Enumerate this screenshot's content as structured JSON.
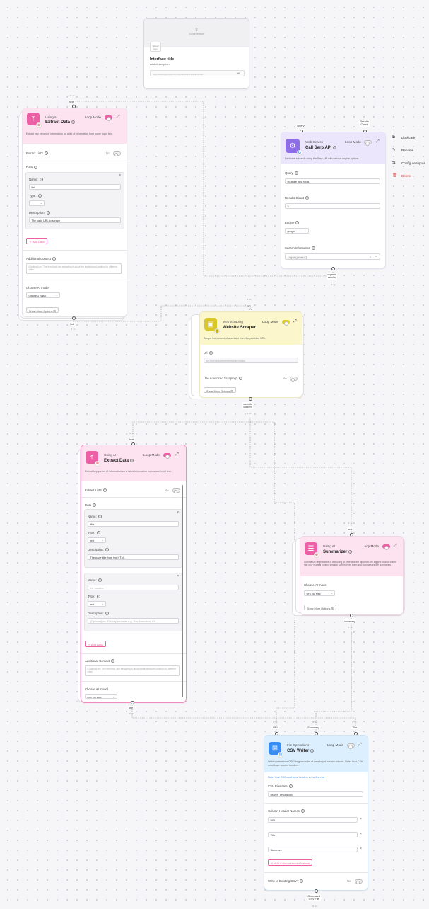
{
  "interface_card": {
    "upload_text": "Edit interface",
    "icon_label": "Upload\nicon",
    "title": "Interface title",
    "subtitle": "Add description",
    "url": "https://www.gumloop.com/interface/new-interface-title..."
  },
  "extract1": {
    "top_port": "text",
    "category": "Using AI",
    "title": "Extract Data",
    "loop_label": "Loop Mode",
    "description": "Extract key pieces of information on a list of information from some input text.",
    "extract_list_label": "Extract List?",
    "extract_list_value": "No",
    "data_label": "Data",
    "name_label": "Name:",
    "name_value": "link",
    "type_label": "Type:",
    "type_value": "",
    "desc_label": "Description:",
    "desc_value": "The valid URL to scrape",
    "add_data": "Add Data",
    "additional_label": "Additional Context",
    "additional_placeholder": "(Optional) ex: 'The item that I am extracting is about the leaderboard position for different cities'",
    "model_label": "Choose AI model",
    "model_value": "Claude 3 Haiku",
    "more_options": "Show More Options",
    "bottom_port": "link"
  },
  "serp": {
    "port_query": "Query",
    "port_results": "Results\nCount",
    "category": "Web Search",
    "title": "Call Serp API",
    "loop_label": "Loop Mode",
    "description": "Performs a search using the Serp API with various engine options.",
    "query_label": "Query",
    "query_value": "youtube best tools",
    "results_label": "Results Count",
    "results_value": "5",
    "engine_label": "Engine",
    "engine_value": "google",
    "search_info_label": "Search Information",
    "search_info_tag": "organic_results",
    "out_port": "organic\nresults"
  },
  "context_menu": {
    "items": [
      "Duplicate",
      "Rename",
      "Configure Inputs",
      "Delete"
    ]
  },
  "scraper": {
    "top_port": "url",
    "category": "Web Scraping",
    "title": "Website Scraper",
    "loop_label": "Loop Mode",
    "description": "Scrape the content of a website from the provided URL.",
    "url_label": "Url",
    "url_placeholder": "for-theme/somewhereurlseomain",
    "advanced_label": "Use Advanced Scraping?",
    "advanced_value": "No",
    "more_options": "Show More Options",
    "out_port": "website\ncontent"
  },
  "extract2": {
    "top_port": "text",
    "category": "Using AI",
    "title": "Extract Data",
    "loop_label": "Loop Mode",
    "description": "Extract key pieces of information on a list of information from some input text.",
    "extract_list_label": "Extract List?",
    "extract_list_value": "No",
    "data_label": "Data",
    "field1_name_label": "Name:",
    "field1_name": "title",
    "field1_type_label": "Type:",
    "field1_type": "text",
    "field1_desc_label": "Description:",
    "field1_desc": "The page title from the HTML",
    "field2_name_label": "Name:",
    "field2_name_ph": "ex: location",
    "field2_type_label": "Type:",
    "field2_type": "text",
    "field2_desc_label": "Description:",
    "field2_desc_ph": "(Optional) ex: The city we trade e.g. San Francisco, CA",
    "add_data": "Add Data",
    "additional_label": "Additional Context",
    "additional_placeholder": "(Optional) ex: 'The item that I am extracting is about the leaderboard position for different cities'",
    "model_label": "Choose AI model",
    "model_value": "GPT-4o Mini",
    "bottom_port": "title"
  },
  "summarizer": {
    "top_port": "text",
    "category": "Using AI",
    "title": "Summarizer",
    "loop_label": "Loop Mode",
    "description": "Summarize large bodies of text using AI. It breaks the input into the biggest chunks that fit into your models context window, summarizes them and summarizes the summaries.",
    "model_label": "Choose AI model",
    "model_value": "GPT-4o Mini",
    "more_options": "Show More Options",
    "out_port": "summary"
  },
  "csv": {
    "port_url": "URL",
    "port_summary": "Summary",
    "port_title": "Title",
    "category": "File Operations",
    "title": "CSV Writer",
    "loop_label": "Loop Mode",
    "description": "Write content to a CSV file given a list of data to put in each column. Note: Your CSV must have column headers.",
    "note": "Note: Your CSV must have headers in the first row",
    "filename_label": "CSV Filename",
    "filename_value": "search_results.csv",
    "headers_label": "Column Header Names",
    "headers": [
      "URL",
      "Title",
      "Summary"
    ],
    "add_header": "Add Column Header Names",
    "write_existing_label": "Write to Existing CSV?",
    "write_existing_value": "No",
    "out_port": "Generated\nCSV File"
  }
}
